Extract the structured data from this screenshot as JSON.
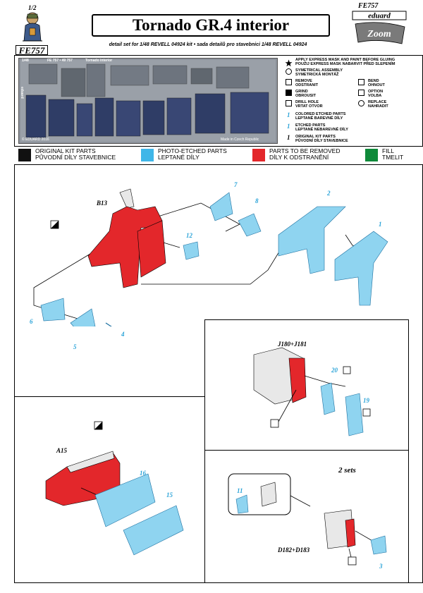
{
  "header": {
    "page_number": "1/2",
    "product_code_top": "FE757",
    "title": "Tornado GR.4 interior",
    "product_code": "FE757",
    "detail_text": "detail set for 1/48 REVELL 04924 kit  •  sada detailů pro stavebnici 1/48 REVELL 04924",
    "brand": "eduard",
    "brand_sub": "Zoom"
  },
  "fret": {
    "scale": "1/48",
    "code": "FE 757 • 49 757",
    "name": "Tornado interior",
    "side_label": "eduard",
    "copyright": "© EDUARD 2016",
    "made_in": "Made in Czech Republic"
  },
  "legend": {
    "express_mask": "APPLY EXPRESS MASK AND PAINT BEFORE GLUING",
    "express_mask_cz": "POUŽIJ EXPRESS MASK NABARVIT PŘED SLEPENÍM",
    "symmetrical": "SYMETRICAL ASSEMBLY",
    "symmetrical_cz": "SYMETRICKÁ MONTÁŽ",
    "remove": "REMOVE",
    "remove_cz": "ODSTRANIT",
    "bend": "BEND",
    "bend_cz": "OHNOUT",
    "grind": "GRIND",
    "grind_cz": "OBROUSIT",
    "option": "OPTION",
    "option_cz": "VOLBA",
    "drill": "DRILL HOLE",
    "drill_cz": "VRTAT OTVOR",
    "replace": "REPLACE",
    "replace_cz": "NAHRADIT",
    "colored_num": "1",
    "colored": "COLORED ETCHED PARTS",
    "colored_cz": "LEPTANÉ BAREVNÉ DÍLY",
    "etched_num": "1",
    "etched": "ETCHED PARTS",
    "etched_cz": "LEPTANÉ NEBAREVNÉ DÍLY",
    "kit_num": "1",
    "kit": "ORIGINAL KIT PARTS",
    "kit_cz": "PŮVODNÍ DÍLY STAVEBNICE"
  },
  "color_key": [
    {
      "label": "ORIGINAL KIT PARTS",
      "label_cz": "PŮVODNÍ DÍLY STAVEBNICE",
      "color": "#111111"
    },
    {
      "label": "PHOTO-ETCHED PARTS",
      "label_cz": "LEPTANÉ DÍLY",
      "color": "#3fb6e8"
    },
    {
      "label": "PARTS TO BE REMOVED",
      "label_cz": "DÍLY K ODSTRANĚNÍ",
      "color": "#e3272b"
    },
    {
      "label": "FILL",
      "label_cz": "TMELIT",
      "color": "#0f8a3a"
    }
  ],
  "step1": {
    "kit_part": "B13",
    "parts": [
      "7",
      "8",
      "2",
      "1",
      "12",
      "6",
      "5",
      "4"
    ]
  },
  "step2": {
    "kit_part": "J180+J181",
    "parts": [
      "20",
      "19"
    ]
  },
  "step3": {
    "kit_part": "A15",
    "parts": [
      "16",
      "15"
    ]
  },
  "step4": {
    "quantity": "2 sets",
    "kit_part": "D182+D183",
    "parts": [
      "11",
      "3"
    ]
  }
}
